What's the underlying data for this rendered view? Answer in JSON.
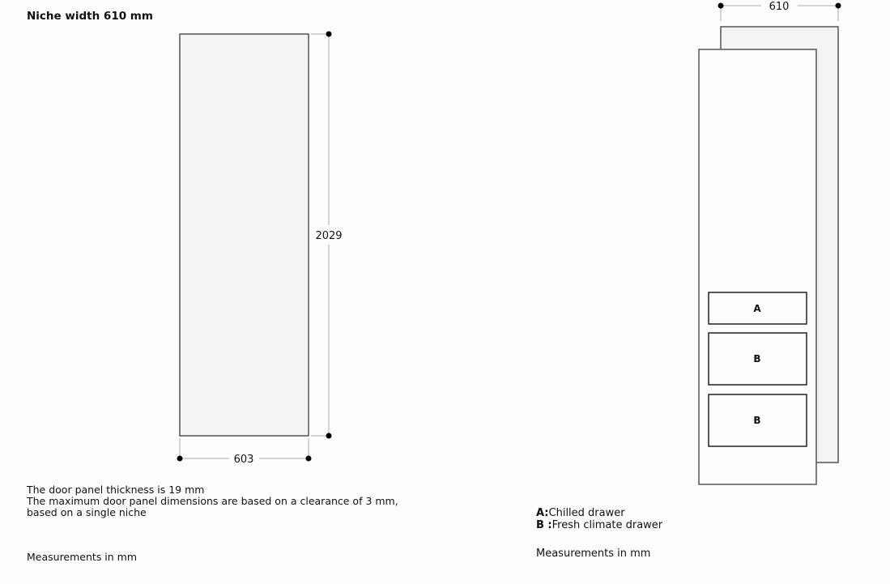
{
  "title": "Niche width 610 mm",
  "left_diagram": {
    "height_label": "2029",
    "width_label": "603"
  },
  "right_diagram": {
    "width_label": "610",
    "drawers": [
      "A",
      "B",
      "B"
    ]
  },
  "notes": {
    "line1": "The door panel thickness is 19 mm",
    "line2": "The maximum door panel dimensions are based on a clearance of 3 mm,",
    "line3": "based on a single niche",
    "measurements_left": "Measurements in mm"
  },
  "legend": {
    "a_key": "A:",
    "a_label": "Chilled drawer",
    "b_key": "B :",
    "b_label": "Fresh climate drawer",
    "measurements_right": "Measurements in mm"
  }
}
